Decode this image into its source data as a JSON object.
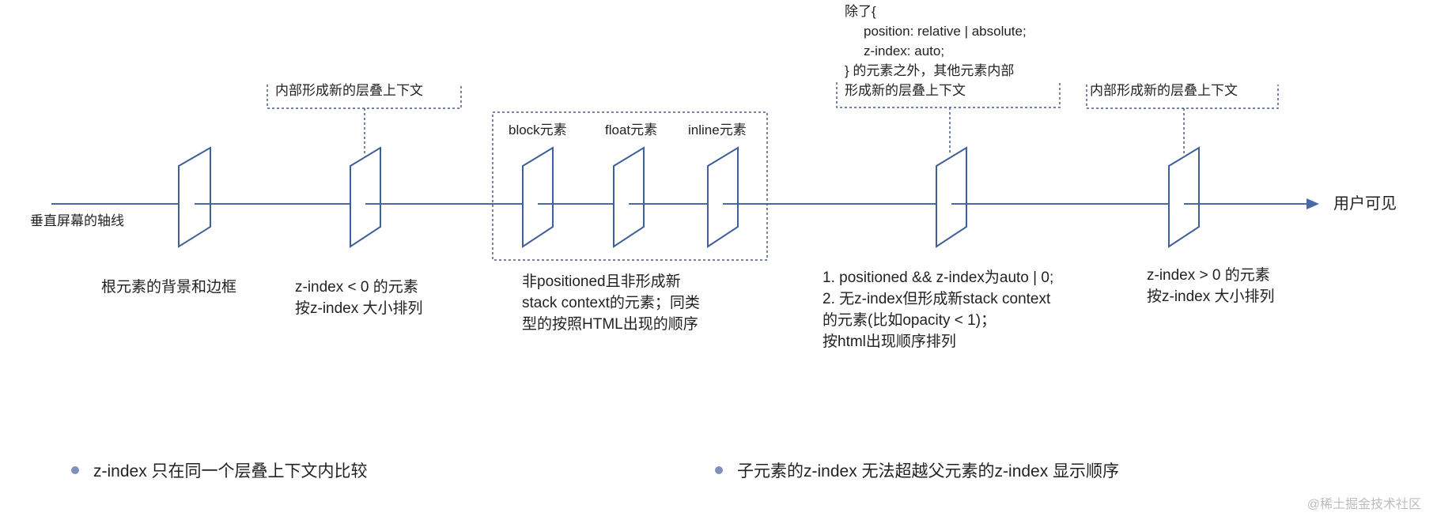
{
  "axis": {
    "start_label": "垂直屏幕的轴线",
    "end_label": "用户可见",
    "color": "#4a6aa5"
  },
  "stack_context_boxes": {
    "left": "内部形成新的层叠上下文",
    "right_code": [
      "除了{",
      "position: relative | absolute;",
      "z-index: auto;",
      "} 的元素之外，其他元素内部",
      "形成新的层叠上下文"
    ],
    "far_right": "内部形成新的层叠上下文"
  },
  "group_box_labels": {
    "block": "block元素",
    "float": "float元素",
    "inline": "inline元素"
  },
  "descriptions": {
    "root": [
      "根元素的背景和边框"
    ],
    "negative_z": [
      "z-index < 0 的元素",
      "按z-index 大小排列"
    ],
    "non_positioned": [
      "非positioned且非形成新",
      "stack context的元素；同类",
      "型的按照HTML出现的顺序"
    ],
    "positioned": [
      "1. positioned && z-index为auto | 0;",
      "2. 无z-index但形成新stack context",
      "的元素(比如opacity < 1)；",
      "按html出现顺序排列"
    ],
    "positive_z": [
      "z-index > 0 的元素",
      "按z-index 大小排列"
    ]
  },
  "bullets": [
    "z-index  只在同一个层叠上下文内比较",
    "子元素的z-index 无法超越父元素的z-index 显示顺序"
  ],
  "watermark": "@稀土掘金技术社区",
  "colors": {
    "plane_stroke": "#3f5f99",
    "dashed": "#4a5f8a",
    "bullet": "#7f8fbf"
  }
}
